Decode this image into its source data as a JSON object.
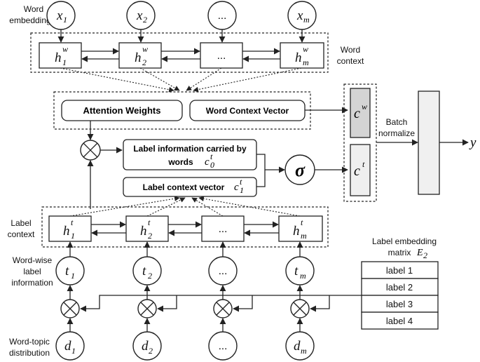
{
  "labels": {
    "word_embedding": [
      "Word",
      "embedding"
    ],
    "word_context": [
      "Word",
      "context"
    ],
    "label_context": [
      "Label",
      "context"
    ],
    "word_wise": [
      "Word-wise",
      "label",
      "information"
    ],
    "word_topic": [
      "Word-topic",
      "distribution"
    ],
    "attention_weights": "Attention Weights",
    "word_context_vector": "Word Context Vector",
    "label_info_words": [
      "Label information carried by",
      "words"
    ],
    "label_context_vector": "Label context vector",
    "batch_normalize": [
      "Batch",
      "normalize"
    ],
    "label_embedding": [
      "Label embedding",
      "matrix"
    ],
    "output": "y",
    "sigma": "σ",
    "ellipsis": "..."
  },
  "nodes": {
    "x": [
      {
        "base": "x",
        "sub": "1"
      },
      {
        "base": "x",
        "sub": "2"
      },
      {
        "base": "...",
        "sub": ""
      },
      {
        "base": "x",
        "sub": "m"
      }
    ],
    "hw": [
      {
        "base": "h",
        "sub": "1",
        "sup": "w"
      },
      {
        "base": "h",
        "sub": "2",
        "sup": "w"
      },
      {
        "base": "...",
        "sub": "",
        "sup": ""
      },
      {
        "base": "h",
        "sub": "m",
        "sup": "w"
      }
    ],
    "ht": [
      {
        "base": "h",
        "sub": "1",
        "sup": "t"
      },
      {
        "base": "h",
        "sub": "2",
        "sup": "t"
      },
      {
        "base": "...",
        "sub": "",
        "sup": ""
      },
      {
        "base": "h",
        "sub": "m",
        "sup": "t"
      }
    ],
    "t": [
      {
        "base": "t",
        "sub": "1"
      },
      {
        "base": "t",
        "sub": "2"
      },
      {
        "base": "...",
        "sub": ""
      },
      {
        "base": "t",
        "sub": "m"
      }
    ],
    "d": [
      {
        "base": "d",
        "sub": "1"
      },
      {
        "base": "d",
        "sub": "2"
      },
      {
        "base": "...",
        "sub": ""
      },
      {
        "base": "d",
        "sub": "m"
      }
    ]
  },
  "math": {
    "c0": {
      "base": "c",
      "sub": "0",
      "sup": "t"
    },
    "c1": {
      "base": "c",
      "sub": "1",
      "sup": "t"
    },
    "cw": {
      "base": "c",
      "sup": "w"
    },
    "ct": {
      "base": "c",
      "sup": "t"
    },
    "E2": {
      "base": "E",
      "sub": "2"
    }
  },
  "label_matrix": [
    "label 1",
    "label 2",
    "label 3",
    "label 4"
  ],
  "colors": {
    "cw_fill": "#d4d4d4",
    "ct_fill": "#efefef",
    "bn_fill": "#f0f0f0"
  }
}
